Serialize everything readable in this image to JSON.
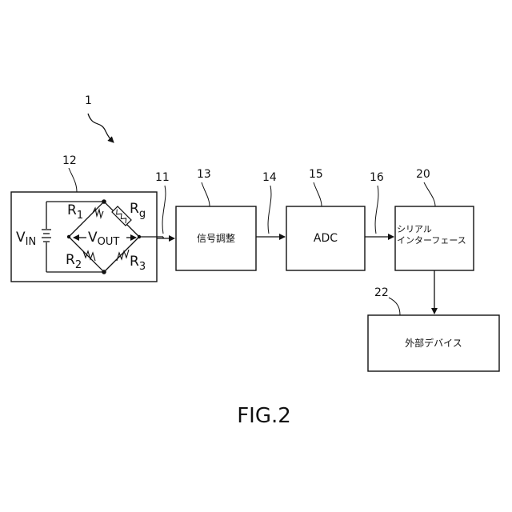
{
  "figure": {
    "caption": "FIG.2"
  },
  "refs": {
    "system": "1",
    "bridge": "12",
    "line_11": "11",
    "signal": "13",
    "line_14": "14",
    "adc": "15",
    "line_16": "16",
    "serial": "20",
    "external": "22"
  },
  "blocks": {
    "signal_label": "信号調整",
    "adc_label": "ADC",
    "serial_label_1": "シリアル",
    "serial_label_2": "インターフェース",
    "external_label": "外部デバイス"
  },
  "bridge": {
    "vin": "V",
    "vin_sub": "IN",
    "vout": "V",
    "vout_sub": "OUT",
    "r1": "R",
    "r1_sub": "1",
    "rg": "R",
    "rg_sub": "g",
    "r2": "R",
    "r2_sub": "2",
    "r3": "R",
    "r3_sub": "3"
  }
}
